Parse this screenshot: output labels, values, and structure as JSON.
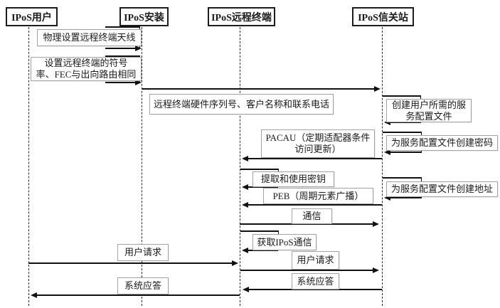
{
  "diagram_type": "sequence-diagram",
  "colors": {
    "background": "#ffffff",
    "line": "#111111",
    "label_box_border": "#a3a3a3",
    "text": "#1a1a1a"
  },
  "actors": [
    {
      "label": "IPoS用户"
    },
    {
      "label": "IPoS安装"
    },
    {
      "label": "IPoS远程终端"
    },
    {
      "label": "IPoS信关站"
    }
  ],
  "messages": [
    {
      "label": "物理设置远程终端天线",
      "from": "IPoS安装",
      "to": "IPoS安装",
      "kind": "self",
      "line1": "物理设置远程终端天线"
    },
    {
      "label": "设置远程终端的符号率、FEC与出向路由相同",
      "from": "IPoS安装",
      "to": "IPoS安装",
      "kind": "self",
      "line1": "设置远程终端的符号",
      "line2": "率、FEC与出向路由相同"
    },
    {
      "label": "远程终端硬件序列号、客户名称和联系电话",
      "from": "IPoS安装",
      "to": "IPoS信关站",
      "kind": "message",
      "line1": "远程终端硬件序列号、客户名称和联系电话"
    },
    {
      "label": "创建用户所需的服务配置文件",
      "from": "IPoS信关站",
      "to": "IPoS信关站",
      "kind": "self",
      "line1": "创建用户所需的服",
      "line2": "务配置文件"
    },
    {
      "label": "PACAU（定期适配器条件访问更新）",
      "from": "IPoS信关站",
      "to": "IPoS远程终端",
      "kind": "message",
      "line1": "PACAU（定期适配器条件",
      "line2": "访问更新）"
    },
    {
      "label": "为服务配置文件创建密码",
      "from": "IPoS信关站",
      "to": "IPoS信关站",
      "kind": "self",
      "line1": "为服务配置文件创建密码"
    },
    {
      "label": "提取和使用密钥",
      "from": "IPoS远程终端",
      "to": "IPoS远程终端",
      "kind": "self",
      "line1": "提取和使用密钥"
    },
    {
      "label": "为服务配置文件创建地址",
      "from": "IPoS信关站",
      "to": "IPoS信关站",
      "kind": "self",
      "line1": "为服务配置文件创建地址"
    },
    {
      "label": "PEB（周期元素广播）",
      "from": "IPoS信关站",
      "to": "IPoS远程终端",
      "kind": "message",
      "line1": "PEB（周期元素广播）"
    },
    {
      "label": "通信",
      "from": "IPoS远程终端",
      "to": "IPoS信关站",
      "kind": "message",
      "line1": "通信"
    },
    {
      "label": "获取IPoS通信",
      "from": "IPoS远程终端",
      "to": "IPoS远程终端",
      "kind": "self",
      "line1": "获取IPoS通信"
    },
    {
      "label": "用户请求",
      "from": "IPoS用户",
      "to": "IPoS远程终端",
      "kind": "message",
      "line1": "用户请求"
    },
    {
      "label": "用户请求",
      "from": "IPoS远程终端",
      "to": "IPoS信关站",
      "kind": "message",
      "line1": "用户请求"
    },
    {
      "label": "系统应答",
      "from": "IPoS信关站",
      "to": "IPoS远程终端",
      "kind": "message",
      "line1": "系统应答"
    },
    {
      "label": "系统应答",
      "from": "IPoS远程终端",
      "to": "IPoS用户",
      "kind": "message",
      "line1": "系统应答"
    }
  ]
}
